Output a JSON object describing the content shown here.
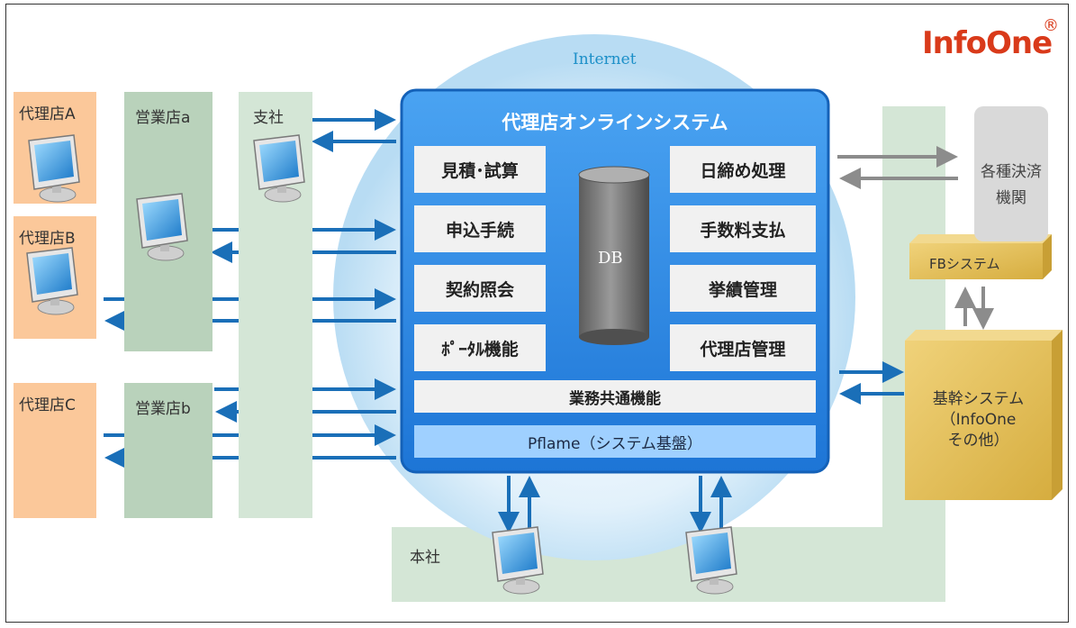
{
  "logo": {
    "text": "InfoOne",
    "registered": "®"
  },
  "internet_label": "Internet",
  "agencies": [
    "代理店A",
    "代理店B",
    "代理店C"
  ],
  "branches": [
    "営業店a",
    "営業店b"
  ],
  "regional_office": "支社",
  "head_office": "本社",
  "system": {
    "title": "代理店オンラインシステム",
    "modules_left": [
      "見積･試算",
      "申込手続",
      "契約照会",
      "ﾎﾟｰﾀﾙ機能"
    ],
    "modules_right": [
      "日締め処理",
      "手数料支払",
      "挙績管理",
      "代理店管理"
    ],
    "db_label": "DB",
    "common_label": "業務共通機能",
    "platform_label": "Pflame（システム基盤）"
  },
  "settlement": {
    "line1": "各種決済",
    "line2": "機関"
  },
  "fb_system": "FBシステム",
  "core_system": {
    "line1": "基幹システム",
    "line2": "（InfoOne",
    "line3": "その他）"
  },
  "colors": {
    "arrow": "#1a6fb8",
    "gray_arrow": "#8c8c8c",
    "system_box": "#2e8ae6",
    "agency": "#fbc89a",
    "branch": "#b9d2bb",
    "regional": "#d4e6d6",
    "core": "#e3c25e",
    "logo": "#d93a1a"
  }
}
